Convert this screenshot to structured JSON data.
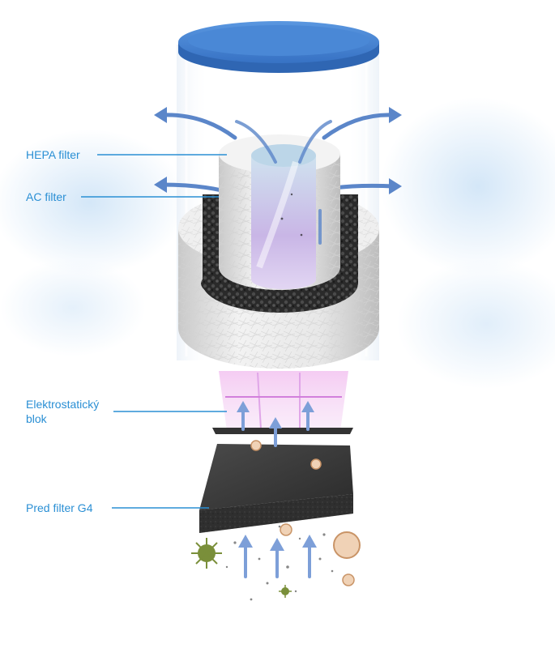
{
  "labels": {
    "hepa": "HEPA filter",
    "ac": "AC filter",
    "electro_line1": "Elektrostatický",
    "electro_line2": "blok",
    "prefilter": "Pred filter G4"
  },
  "colors": {
    "label_text": "#2a8fd4",
    "leader_line": "#2a8fd4",
    "lid": "#3f7fd0",
    "lid_rim": "#2f66b3",
    "arrow": "#5b86c9",
    "haze": "#cfe4f7",
    "filter_media": "#ececec",
    "carbon": "#2a2a2a",
    "electrostatic_glow": "#e6b6f0",
    "prefilter_foam": "#3a3a3a"
  },
  "icons": [
    "virus-particle-icon",
    "pollen-particle-icon",
    "upward-airflow-arrow-icon",
    "outward-airflow-arrow-icon"
  ]
}
